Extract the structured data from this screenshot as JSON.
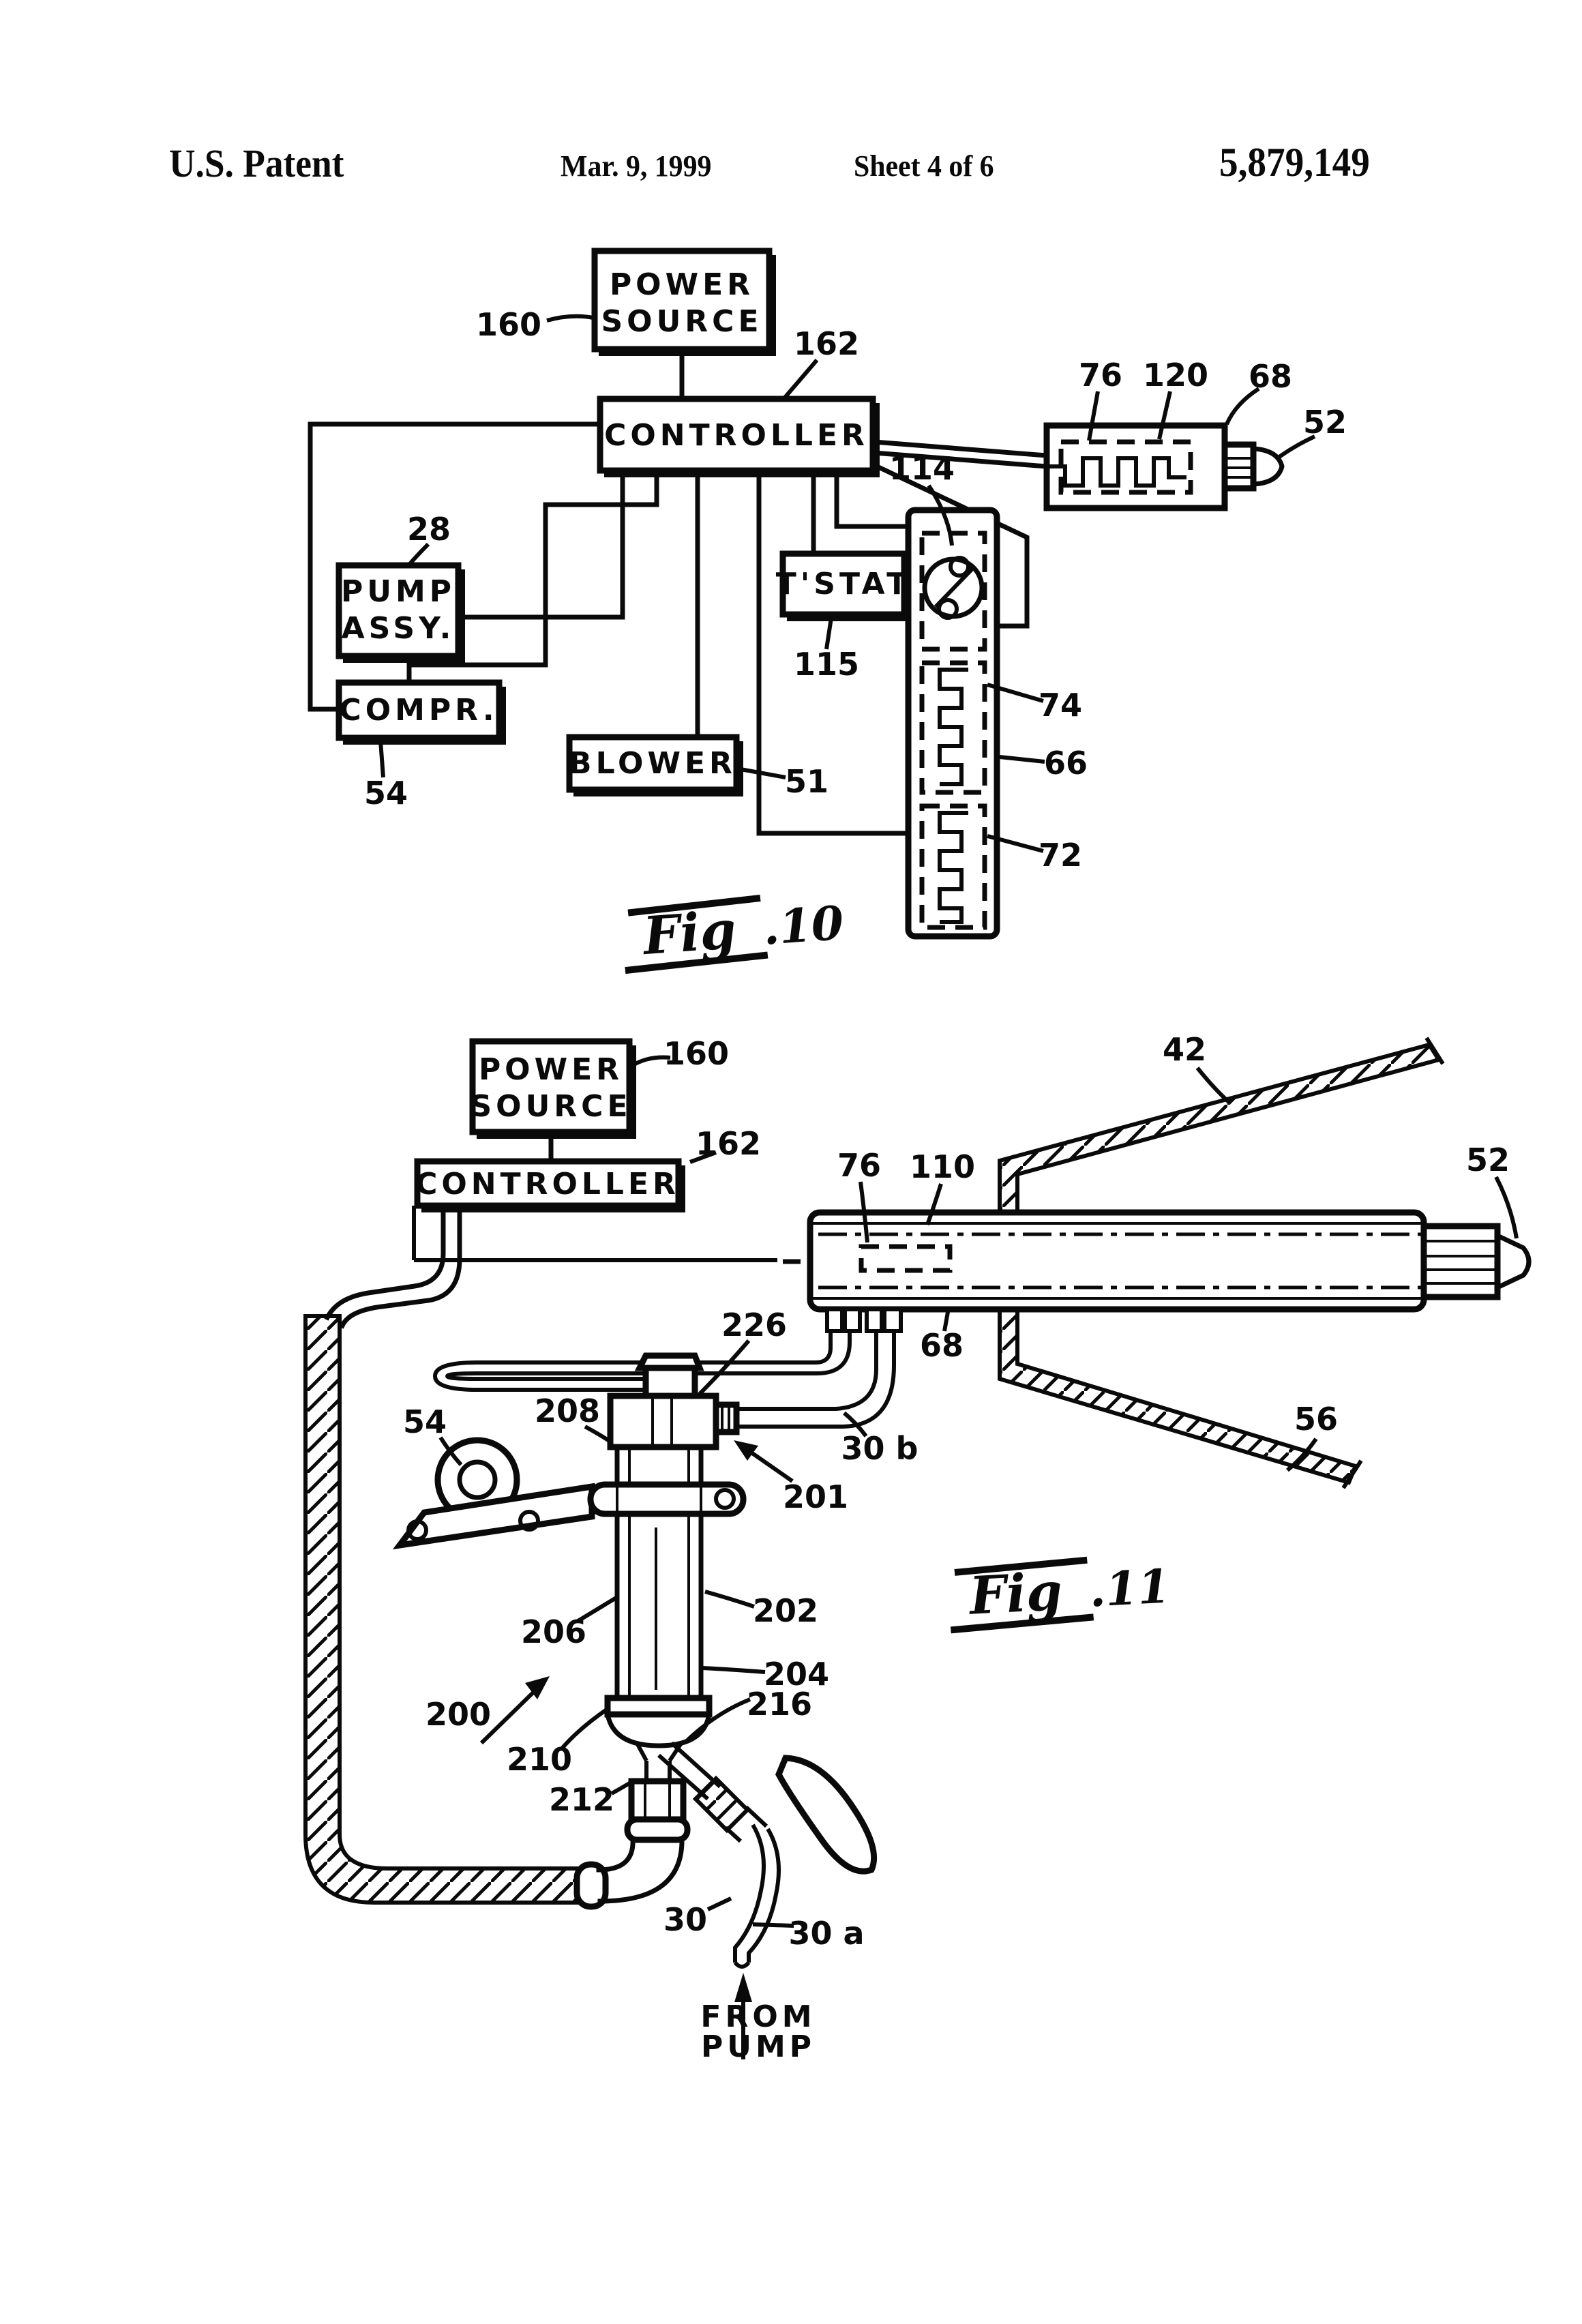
{
  "header": {
    "title": "U.S. Patent",
    "date": "Mar. 9, 1999",
    "sheet": "Sheet 4 of 6",
    "patent_number": "5,879,149"
  },
  "fig10": {
    "caption_fig": "Fig",
    "caption_num": ".10",
    "boxes": {
      "power_source_l1": "POWER",
      "power_source_l2": "SOURCE",
      "controller": "CONTROLLER",
      "pump_l1": "PUMP",
      "pump_l2": "ASSY.",
      "compr": "COMPR.",
      "blower": "BLOWER",
      "tstat": "T'STAT"
    },
    "refs": {
      "r160": "160",
      "r162": "162",
      "r76": "76",
      "r120": "120",
      "r68": "68",
      "r52": "52",
      "r114": "114",
      "r115": "115",
      "r28": "28",
      "r54": "54",
      "r51": "51",
      "r74": "74",
      "r66": "66",
      "r72": "72"
    }
  },
  "fig11": {
    "caption_fig": "Fig",
    "caption_num": ".11",
    "boxes": {
      "power_source_l1": "POWER",
      "power_source_l2": "SOURCE",
      "controller": "CONTROLLER"
    },
    "refs": {
      "r160": "160",
      "r162": "162",
      "r42": "42",
      "r76": "76",
      "r110": "110",
      "r52": "52",
      "r68": "68",
      "r56": "56",
      "r226": "226",
      "r54": "54",
      "r208": "208",
      "r30b": "30 b",
      "r201": "201",
      "r206": "206",
      "r202": "202",
      "r200": "200",
      "r204": "204",
      "r216": "216",
      "r210": "210",
      "r212": "212",
      "r30": "30",
      "r30a": "30 a"
    },
    "from_pump_l1": "FROM",
    "from_pump_l2": "PUMP"
  }
}
